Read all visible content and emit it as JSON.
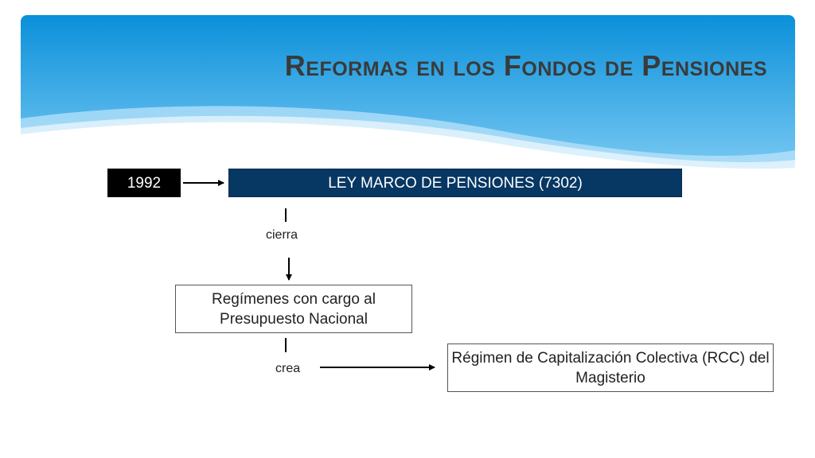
{
  "slide": {
    "title": "Reformas en los Fondos de Pensiones"
  },
  "diagram": {
    "year": "1992",
    "law": "LEY MARCO DE PENSIONES (7302)",
    "closes_label": "cierra",
    "regimes": "Regímenes con cargo al Presupuesto Nacional",
    "creates_label": "crea",
    "rcc": "Régimen de Capitalización Colectiva (RCC) del Magisterio"
  },
  "colors": {
    "banner_top": "#0a8fd9",
    "banner_bottom": "#8fd3f7",
    "law_box": "#073763",
    "year_box": "#000000"
  }
}
